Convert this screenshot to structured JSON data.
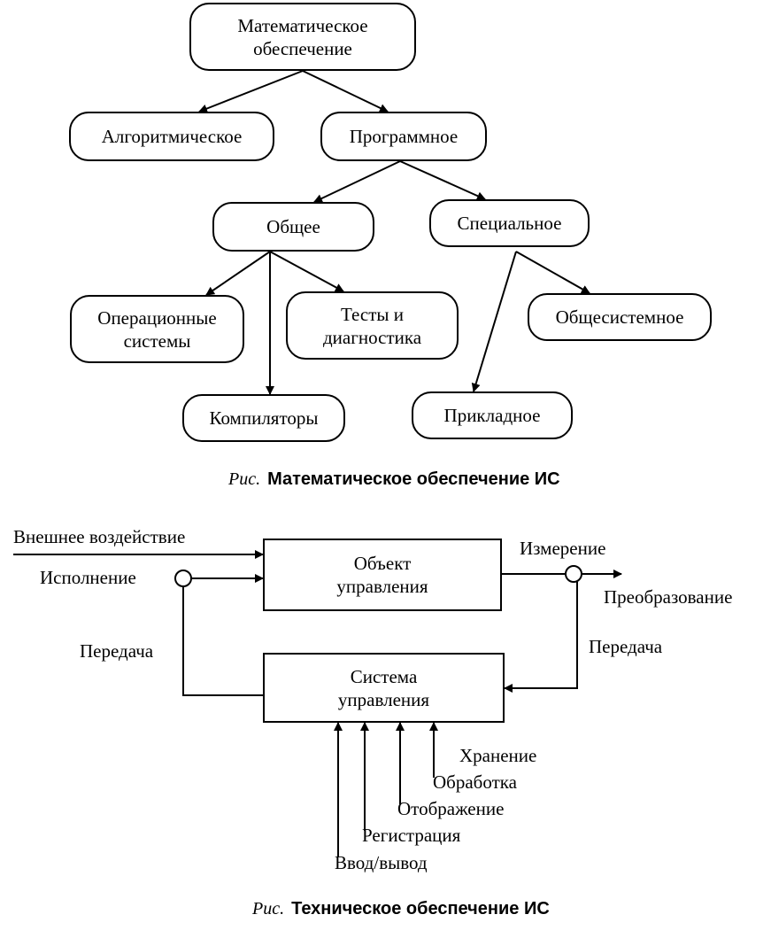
{
  "tree": {
    "root": {
      "line1": "Математическое",
      "line2": "обеспечение"
    },
    "algorithmic": "Алгоритмическое",
    "software": "Программное",
    "general": "Общее",
    "special": "Специальное",
    "os": {
      "line1": "Операционные",
      "line2": "системы"
    },
    "tests": {
      "line1": "Тесты и",
      "line2": "диагностика"
    },
    "compilers": "Компиляторы",
    "system_wide": "Общесистемное",
    "applied": "Прикладное"
  },
  "caption1": {
    "prefix": "Рис.",
    "text": "Математическое обеспечение ИС"
  },
  "control": {
    "object": {
      "line1": "Объект",
      "line2": "управления"
    },
    "system": {
      "line1": "Система",
      "line2": "управления"
    },
    "external_input": "Внешнее воздействие",
    "execution": "Исполнение",
    "measurement": "Измерение",
    "transformation": "Преобразование",
    "transfer_left": "Передача",
    "transfer_right": "Передача",
    "storage": "Хранение",
    "processing": "Обработка",
    "display": "Отображение",
    "registration": "Регистрация",
    "io": "Ввод/вывод"
  },
  "caption2": {
    "prefix": "Рис.",
    "text": "Техническое обеспечение ИС"
  }
}
